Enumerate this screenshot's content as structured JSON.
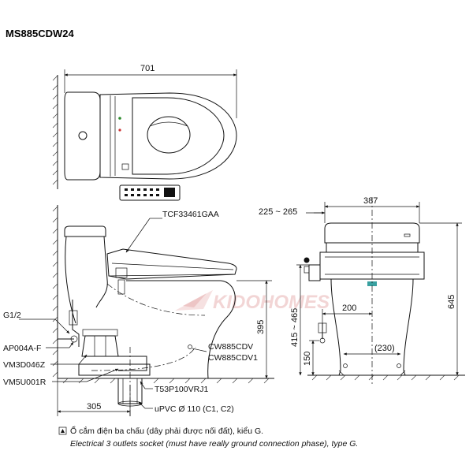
{
  "title": "MS885CDW24",
  "watermark": "KIDOHOMES",
  "top_view": {
    "width_dim": "701"
  },
  "side_view": {
    "labels": {
      "seat_model": "TCF33461GAA",
      "g12": "G1/2",
      "ap004": "AP004A-F",
      "vm3": "VM3D046Z",
      "vm5": "VM5U001R",
      "cw885cdv": "CW885CDV",
      "cw885cdv1": "CW885CDV1",
      "t53": "T53P100VRJ1",
      "upvc": "uPVC Ø 110 (C1, C2)"
    },
    "dims": {
      "d395": "395",
      "d305": "305"
    }
  },
  "front_view": {
    "dims": {
      "d225": "225 ~ 265",
      "d387": "387",
      "d645": "645",
      "d415": "415 ~ 465",
      "d200": "200",
      "d150": "150",
      "d230": "(230)"
    }
  },
  "notes": {
    "vi": "Ổ cắm điện ba chấu (dây phải được nối đất), kiểu G.",
    "en": "Electrical 3 outlets socket (must have really ground connection phase), type G."
  }
}
